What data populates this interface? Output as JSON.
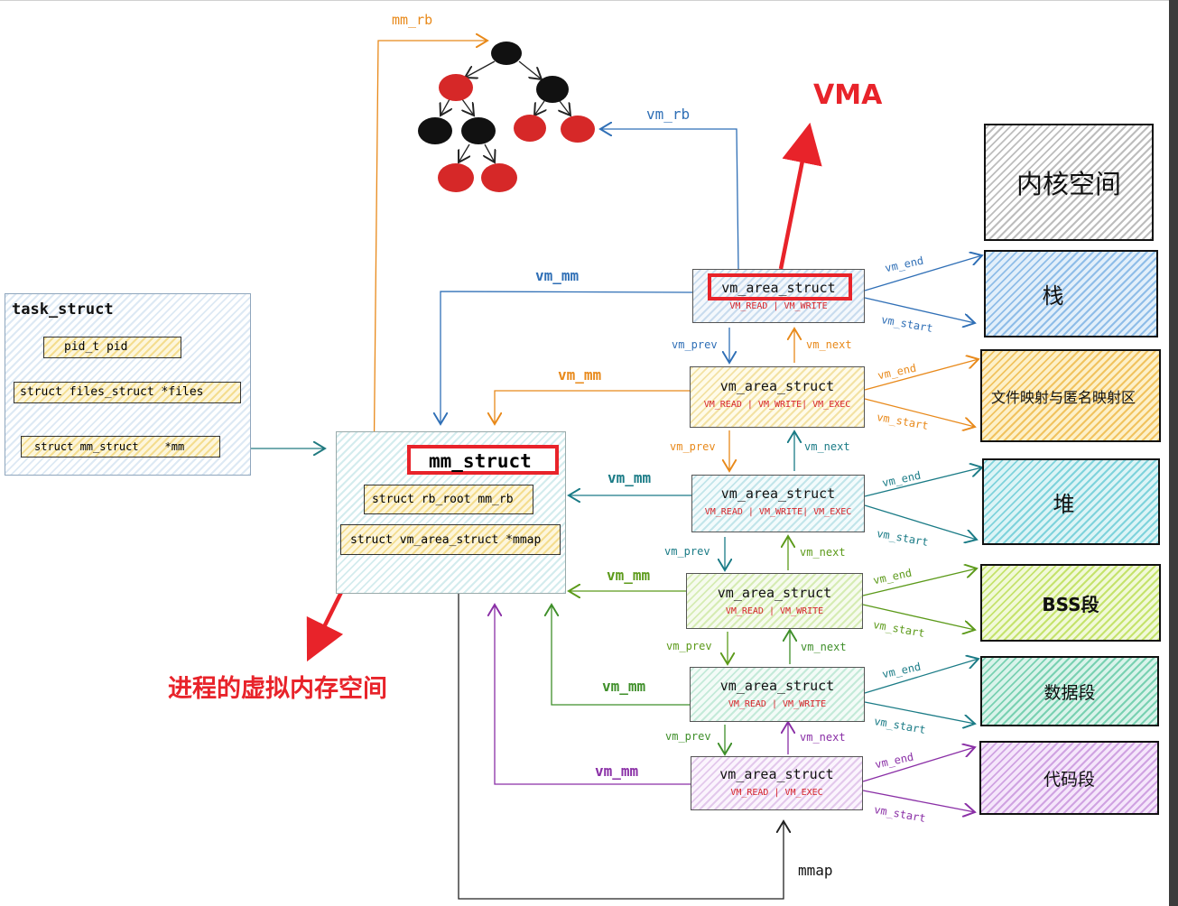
{
  "task_struct": {
    "title": "task_struct",
    "fields": [
      "pid_t  pid",
      "struct files_struct *files",
      "struct mm_struct    *mm"
    ]
  },
  "mm_struct": {
    "title": "mm_struct",
    "fields": [
      "struct rb_root mm_rb",
      "struct vm_area_struct *mmap"
    ]
  },
  "labels": {
    "mm_rb": "mm_rb",
    "vm_rb": "vm_rb",
    "vma": "VMA",
    "process_vm": "进程的虚拟内存空间",
    "mmap": "mmap",
    "vm_mm": "vm_mm",
    "vm_prev": "vm_prev",
    "vm_next": "vm_next",
    "vm_end": "vm_end",
    "vm_start": "vm_start"
  },
  "vmas": [
    {
      "title": "vm_area_struct",
      "flags": "VM_READ | VM_WRITE",
      "color": "#2f6fb6"
    },
    {
      "title": "vm_area_struct",
      "flags": "VM_READ | VM_WRITE| VM_EXEC",
      "color": "#e8891a"
    },
    {
      "title": "vm_area_struct",
      "flags": "VM_READ | VM_WRITE| VM_EXEC",
      "color": "#1a7b86"
    },
    {
      "title": "vm_area_struct",
      "flags": "VM_READ | VM_WRITE",
      "color": "#5c9a1a"
    },
    {
      "title": "vm_area_struct",
      "flags": "VM_READ | VM_WRITE",
      "color": "#1b7d5c"
    },
    {
      "title": "vm_area_struct",
      "flags": "VM_READ | VM_EXEC",
      "color": "#8a2fa6"
    }
  ],
  "segments": [
    {
      "label": "内核空间"
    },
    {
      "label": "栈"
    },
    {
      "label": "文件映射与匿名映射区"
    },
    {
      "label": "堆"
    },
    {
      "label": "BSS段"
    },
    {
      "label": "数据段"
    },
    {
      "label": "代码段"
    }
  ],
  "colors": {
    "highlight": "#e8232a",
    "tree_red": "#d62828",
    "tree_black": "#111111"
  }
}
